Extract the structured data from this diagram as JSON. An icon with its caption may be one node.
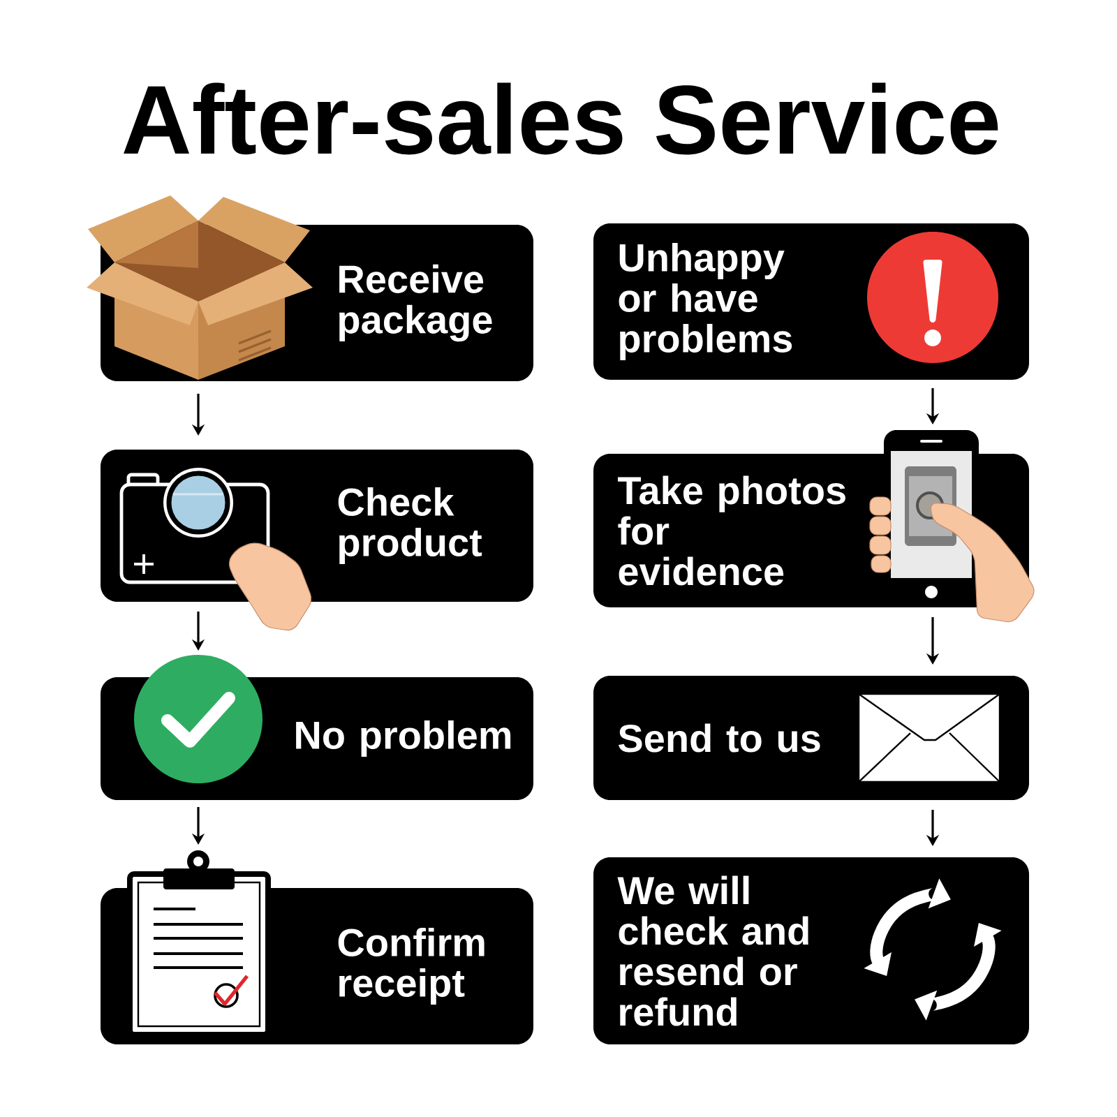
{
  "diagram": {
    "title": "After-sales Service",
    "nodes": [
      {
        "text": [
          "Receive package"
        ]
      },
      {
        "text": [
          "Check product"
        ]
      },
      {
        "text": [
          "No problem"
        ]
      },
      {
        "text": [
          "Confirm receipt"
        ]
      },
      {
        "text": [
          "Unhappy or have problems"
        ]
      },
      {
        "text": [
          "Take photos for evidence"
        ]
      },
      {
        "text": [
          "Send to us"
        ]
      },
      {
        "text": [
          "We will check and resend or refund"
        ]
      }
    ],
    "edges": [
      {
        "from": 0,
        "to": 1,
        "arrow": "to"
      },
      {
        "from": 1,
        "to": 2,
        "arrow": "to"
      },
      {
        "from": 2,
        "to": 3,
        "arrow": "to"
      },
      {
        "from": 4,
        "to": 5,
        "arrow": "to"
      },
      {
        "from": 5,
        "to": 6,
        "arrow": "to"
      },
      {
        "from": 6,
        "to": 7,
        "arrow": "to"
      }
    ]
  }
}
